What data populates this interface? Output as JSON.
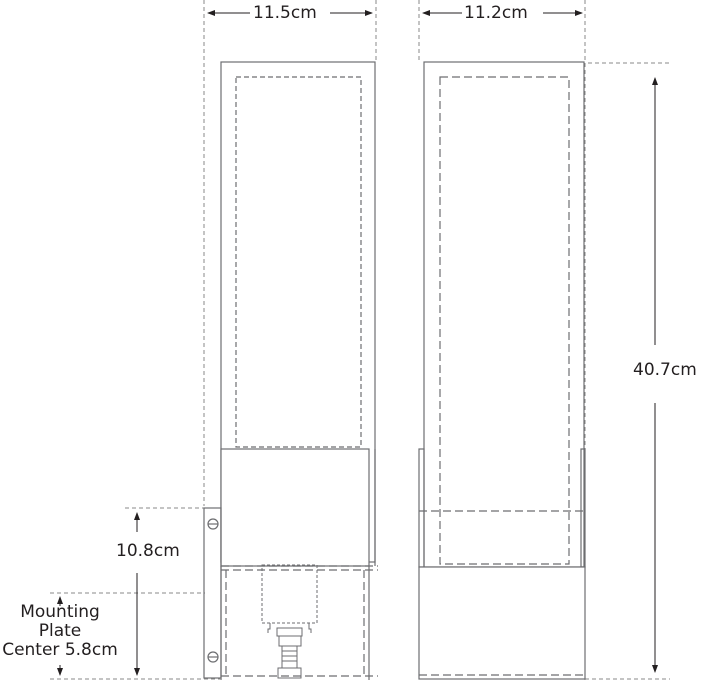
{
  "diagram": {
    "type": "technical dimension drawing",
    "views": [
      {
        "name": "side-view",
        "description": "Side elevation with wall mounting plate and canopy"
      },
      {
        "name": "front-view",
        "description": "Front elevation"
      }
    ],
    "dimensions": {
      "side_width": "11.5cm",
      "front_width": "11.2cm",
      "overall_height": "40.7cm",
      "mount_to_bottom": "10.8cm",
      "mounting_plate_center": [
        "Mounting",
        "Plate",
        "Center 5.8cm"
      ]
    },
    "colors": {
      "line": "#6d6e71",
      "dash": "#8a8a8a",
      "text": "#231f20",
      "background": "#ffffff"
    }
  }
}
